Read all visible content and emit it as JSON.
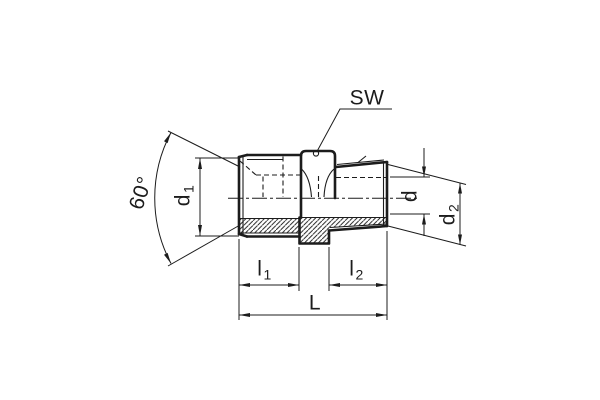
{
  "drawing": {
    "type": "technical-drawing-pipe-fitting",
    "colors": {
      "line": "#1c1c1c",
      "background": "#ffffff"
    }
  },
  "labels": {
    "sw": "SW",
    "angle": "60°",
    "d1": {
      "base": "d",
      "sub": "1"
    },
    "d": "d",
    "d2": {
      "base": "d",
      "sub": "2"
    },
    "l1": {
      "base": "l",
      "sub": "1"
    },
    "l2": {
      "base": "l",
      "sub": "2"
    },
    "length": "L"
  }
}
